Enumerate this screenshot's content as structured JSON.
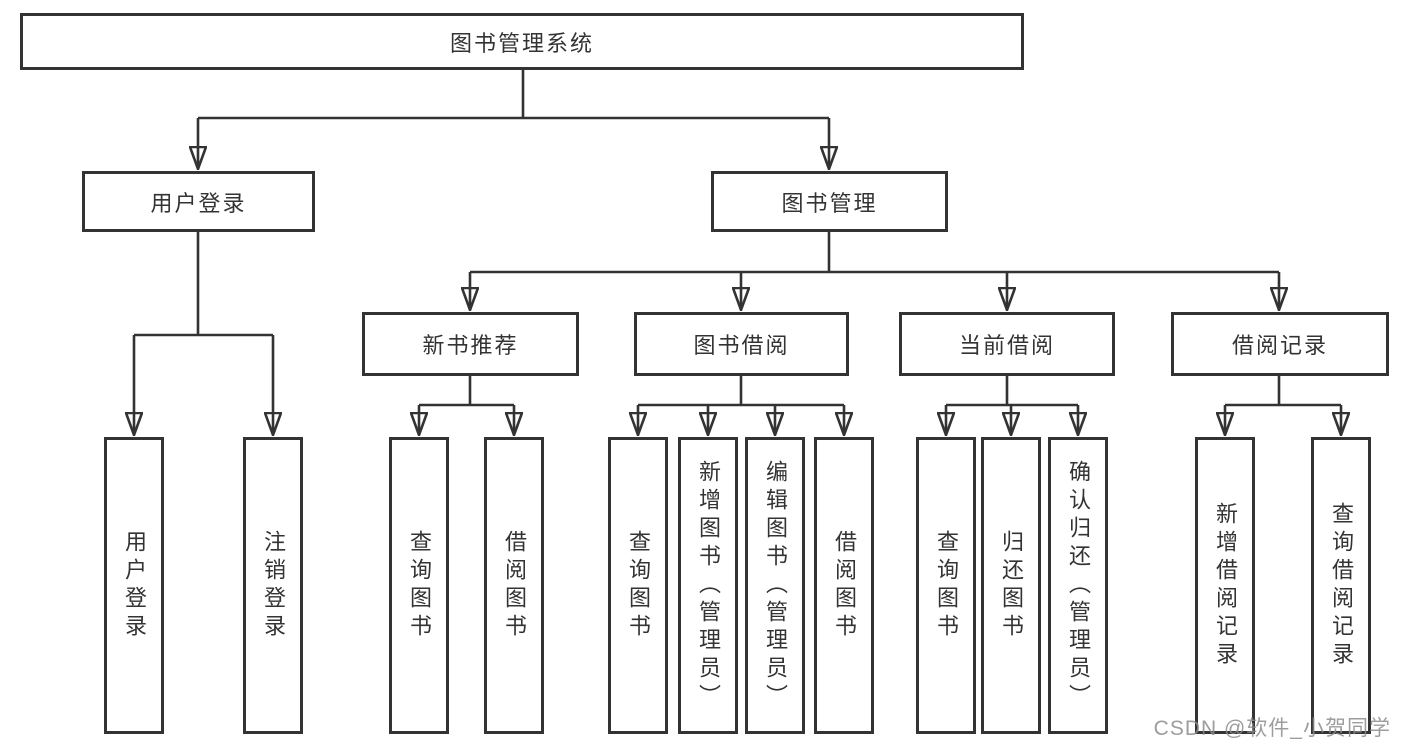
{
  "diagram": {
    "type": "hierarchy-tree",
    "orientation": "top-down",
    "line_color": "#333333",
    "box_background": "#ffffff",
    "text_color": "#333333",
    "tree": {
      "label": "图书管理系统",
      "children": [
        {
          "label": "用户登录",
          "children": [
            {
              "label": "用户登录"
            },
            {
              "label": "注销登录"
            }
          ]
        },
        {
          "label": "图书管理",
          "children": [
            {
              "label": "新书推荐",
              "children": [
                {
                  "label": "查询图书"
                },
                {
                  "label": "借阅图书"
                }
              ]
            },
            {
              "label": "图书借阅",
              "children": [
                {
                  "label": "查询图书"
                },
                {
                  "label": "新增图书（管理员）"
                },
                {
                  "label": "编辑图书（管理员）"
                },
                {
                  "label": "借阅图书"
                }
              ]
            },
            {
              "label": "当前借阅",
              "children": [
                {
                  "label": "查询图书"
                },
                {
                  "label": "归还图书"
                },
                {
                  "label": "确认归还（管理员）"
                }
              ]
            },
            {
              "label": "借阅记录",
              "children": [
                {
                  "label": "新增借阅记录"
                },
                {
                  "label": "查询借阅记录"
                }
              ]
            }
          ]
        }
      ]
    }
  },
  "watermark": {
    "text": "CSDN @软件_小贺同学",
    "color": "#8c8c8c"
  }
}
